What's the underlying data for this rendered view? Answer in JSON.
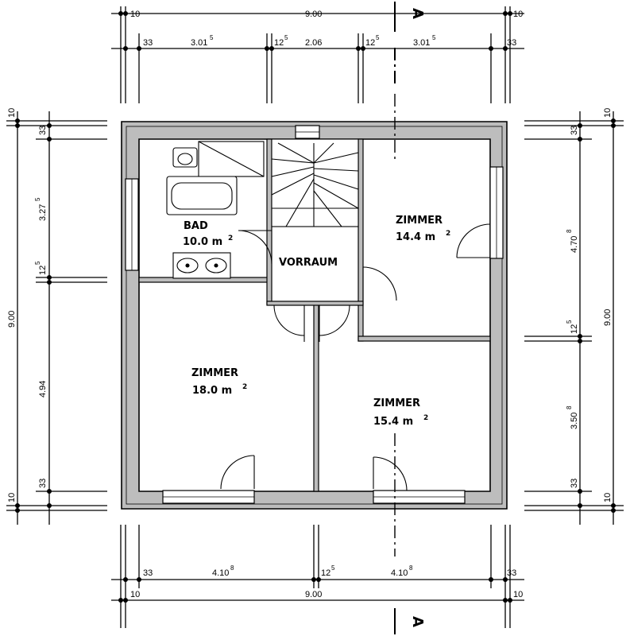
{
  "rooms": {
    "bad": {
      "name": "BAD",
      "area": "10.0 m",
      "unit_exp": "2"
    },
    "zimmer_ne": {
      "name": "ZIMMER",
      "area": "14.4 m",
      "unit_exp": "2"
    },
    "vorraum": {
      "name": "VORRAUM"
    },
    "zimmer_sw": {
      "name": "ZIMMER",
      "area": "18.0 m",
      "unit_exp": "2"
    },
    "zimmer_se": {
      "name": "ZIMMER",
      "area": "15.4 m",
      "unit_exp": "2"
    }
  },
  "section_mark": "A",
  "dimensions": {
    "top_overall": {
      "left": "10",
      "total": "9.00",
      "right": "10"
    },
    "top_detail": {
      "a": "33",
      "b": "3.01",
      "b_sup": "5",
      "c": "12",
      "c_sup": "5",
      "d": "2.06",
      "e": "12",
      "e_sup": "5",
      "f": "3.01",
      "f_sup": "5",
      "g": "33"
    },
    "bottom_detail": {
      "a": "33",
      "b": "4.10",
      "b_sup": "8",
      "c": "12",
      "c_sup": "5",
      "d": "4.10",
      "d_sup": "8",
      "e": "33"
    },
    "bottom_overall": {
      "left": "10",
      "total": "9.00",
      "right": "10"
    },
    "left_overall": {
      "top": "10",
      "total": "9.00",
      "bottom": "10"
    },
    "left_detail": {
      "a": "33",
      "b": "3.27",
      "b_sup": "5",
      "c": "12",
      "c_sup": "5",
      "d": "4.94",
      "e": "33"
    },
    "right_overall": {
      "top": "10",
      "total": "9.00",
      "bottom": "10"
    },
    "right_detail": {
      "a": "33",
      "b": "4.70",
      "b_sup": "8",
      "c": "12",
      "c_sup": "5",
      "d": "3.50",
      "d_sup": "8",
      "e": "33"
    }
  },
  "colors": {
    "wall_fill": "#bdbdbd",
    "line": "#000000",
    "paper": "#ffffff"
  }
}
